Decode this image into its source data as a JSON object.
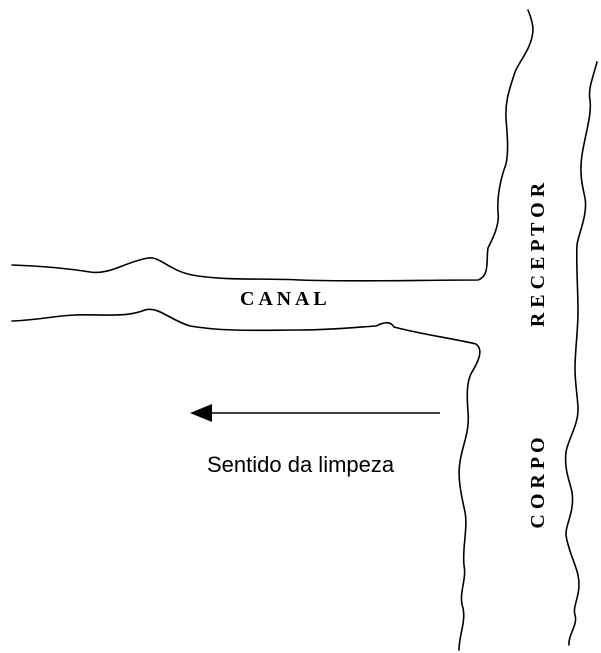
{
  "labels": {
    "canal": "C A N A L",
    "corpo_receptor_upper": "R E C E  P T O R",
    "corpo_receptor_lower": "C O R P O",
    "direction": "Sentido da limpeza"
  },
  "colors": {
    "stroke": "#000000",
    "background": "#ffffff"
  }
}
